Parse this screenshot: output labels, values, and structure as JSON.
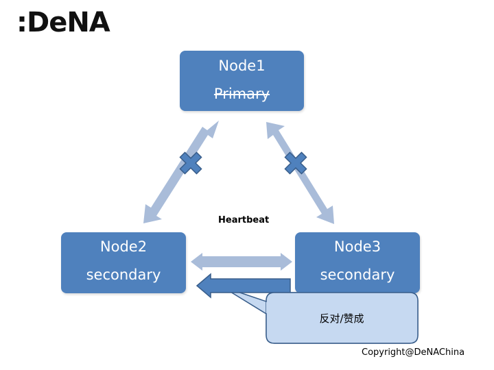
{
  "logo": {
    "text": ":DeNA"
  },
  "nodes": [
    {
      "id": "node1",
      "name": "Node1",
      "role": "Primary",
      "role_struck": true
    },
    {
      "id": "node2",
      "name": "Node2",
      "role": "secondary",
      "role_struck": false
    },
    {
      "id": "node3",
      "name": "Node3",
      "role": "secondary",
      "role_struck": false
    }
  ],
  "links": [
    {
      "from": "Node1",
      "to": "Node2",
      "type": "bidirectional",
      "state": "broken",
      "marker": "x-mark"
    },
    {
      "from": "Node1",
      "to": "Node3",
      "type": "bidirectional",
      "state": "broken",
      "marker": "x-mark"
    },
    {
      "from": "Node2",
      "to": "Node3",
      "type": "bidirectional",
      "label": "Heartbeat"
    },
    {
      "from": "Node3",
      "to": "Node2",
      "type": "directed",
      "label": "反对/赞成"
    }
  ],
  "heartbeat_label": "Heartbeat",
  "callout": {
    "text": "反对/赞成"
  },
  "copyright": "Copyright@DeNAChina",
  "colors": {
    "node_fill": "#4f81bd",
    "arrow_light": "#a9bcd9",
    "arrow_dark": "#4f81bd",
    "arrow_dark_border": "#385d8a",
    "callout_fill": "#c6d9f1",
    "callout_border": "#385d8a"
  }
}
